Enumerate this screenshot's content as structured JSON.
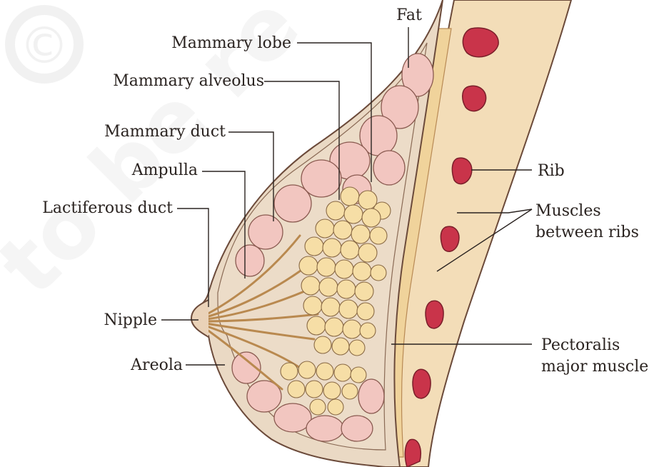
{
  "labels": {
    "fat": "Fat",
    "mammary_lobe": "Mammary lobe",
    "mammary_alveolus": "Mammary alveolus",
    "mammary_duct": "Mammary duct",
    "ampulla": "Ampulla",
    "lactiferous_duct": "Lactiferous duct",
    "nipple": "Nipple",
    "areola": "Areola",
    "rib": "Rib",
    "muscles_line1": "Muscles",
    "muscles_line2": "between ribs",
    "pectoralis_line1": "Pectoralis",
    "pectoralis_line2": "major muscle"
  },
  "colors": {
    "skin": "#f3ddb8",
    "fat_tissue": "#ead9c4",
    "lobe_pink": "#f2c6c0",
    "alveoli_yellow": "#f6dea6",
    "rib_red": "#c9344a",
    "muscle": "#f0d39b",
    "outline": "#6b4a3a",
    "watermark": "#eeeeee"
  },
  "watermark": {
    "symbol": "©",
    "text": "to be re"
  }
}
